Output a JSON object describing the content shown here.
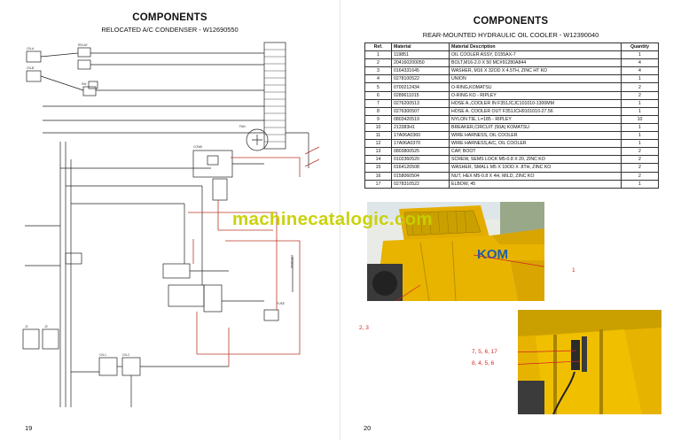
{
  "left_page": {
    "heading": "COMPONENTS",
    "subheading": "RELOCATED A/C CONDENSER - W12690550",
    "page_number": "19"
  },
  "right_page": {
    "heading": "COMPONENTS",
    "subheading": "REAR-MOUNTED HYDRAULIC OIL COOLER - W12390040",
    "page_number": "20",
    "table": {
      "headers": [
        "Ref.",
        "Material",
        "Material Description",
        "Quantity"
      ],
      "rows": [
        [
          "1",
          "119851",
          "OIL COOLER ASSY, D155AX-7",
          "1"
        ],
        [
          "2",
          "204160200050",
          "BOLT,M16-2.0 X 50  MC#91280A844",
          "4"
        ],
        [
          "3",
          "0164331645",
          "WASHER, M16 X 32OD X 4.5TH, ZINC HT KO",
          "4"
        ],
        [
          "4",
          "0278100522",
          "UNION",
          "1"
        ],
        [
          "5",
          "0700212434",
          "O-RING,KOMATSU",
          "2"
        ],
        [
          "6",
          "0289611015",
          "O-RING KO - RIPLEY",
          "2"
        ],
        [
          "7",
          "0276200513",
          "HOSE A.,COOLER IN F351JCJC101010-1300MM",
          "1"
        ],
        [
          "8",
          "0276300507",
          "HOSE A. COOLER OUT F351JCH9101010-27.56",
          "1"
        ],
        [
          "9",
          "0803420519",
          "NYLON TIE, L=185 - RIPLEY",
          "10"
        ],
        [
          "10",
          "213383H1",
          "BREAKER,CIRCUIT (50A) KOMATSU",
          "1"
        ],
        [
          "11",
          "17A06A0360",
          "WIRE HARNESS, OIL COOLER",
          "1"
        ],
        [
          "12",
          "17A06A0370",
          "WIRE HARNESS,A/C, OIL COOLER",
          "1"
        ],
        [
          "13",
          "0803800525",
          "CAP, BOOT",
          "2"
        ],
        [
          "14",
          "0102360520",
          "SCREW, SEMS LOCK M5-0.8 X 20, ZINC KO",
          "2"
        ],
        [
          "15",
          "0164120508",
          "WASHER, SMALL M5 X 10OD X .8TH, ZINC KO",
          "2"
        ],
        [
          "16",
          "0158060504",
          "NUT, HEX M5-0.8 X 4H, MILD, ZINC KO",
          "2"
        ],
        [
          "17",
          "0278310522",
          "ELBOW, 45",
          "1"
        ]
      ]
    },
    "callouts": {
      "c1": "1",
      "c23": "2, 3",
      "c7": "7, 5, 6, 17",
      "c8": "8, 4, 5, 6"
    },
    "photo_logo_text": "KOM"
  },
  "watermark": "machinecatalogic.com",
  "colors": {
    "wire_red": "#b83a2a",
    "wire_black": "#222222",
    "machine_yellow": "#e0b000",
    "callout_red": "#d22222",
    "watermark": "#c8d000",
    "logo_blue": "#1a5fb0"
  }
}
